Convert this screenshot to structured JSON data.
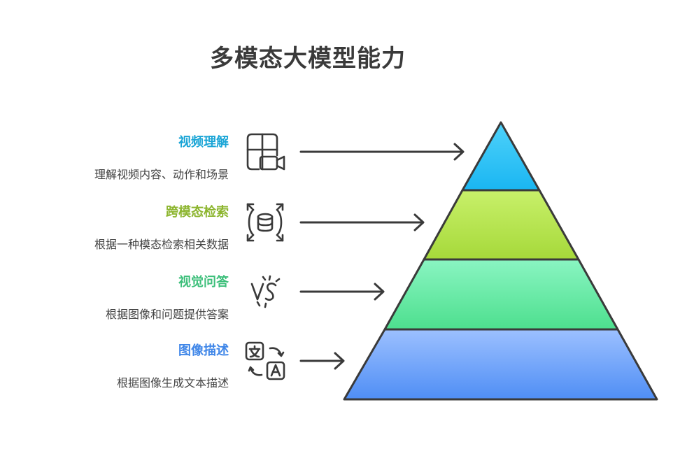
{
  "title": "多模态大模型能力",
  "levels": [
    {
      "title": "视频理解",
      "desc": "理解视频内容、动作和场景",
      "color": "#1aa5d6",
      "icon": "video-layout-icon",
      "fill_top": "#4fd2fa",
      "fill_bottom": "#1ab6f2"
    },
    {
      "title": "跨模态检索",
      "desc": "根据一种模态检索相关数据",
      "color": "#8cb52e",
      "icon": "database-search-icon",
      "fill_top": "#c8f06a",
      "fill_bottom": "#a6d93a"
    },
    {
      "title": "视觉问答",
      "desc": "根据图像和问题提供答案",
      "color": "#3cbf7a",
      "icon": "versus-icon",
      "fill_top": "#8af5c2",
      "fill_bottom": "#4ddf8e"
    },
    {
      "title": "图像描述",
      "desc": "根据图像生成文本描述",
      "color": "#3f86e8",
      "icon": "translate-icon",
      "fill_top": "#9cc0ff",
      "fill_bottom": "#4f8ef5"
    }
  ]
}
